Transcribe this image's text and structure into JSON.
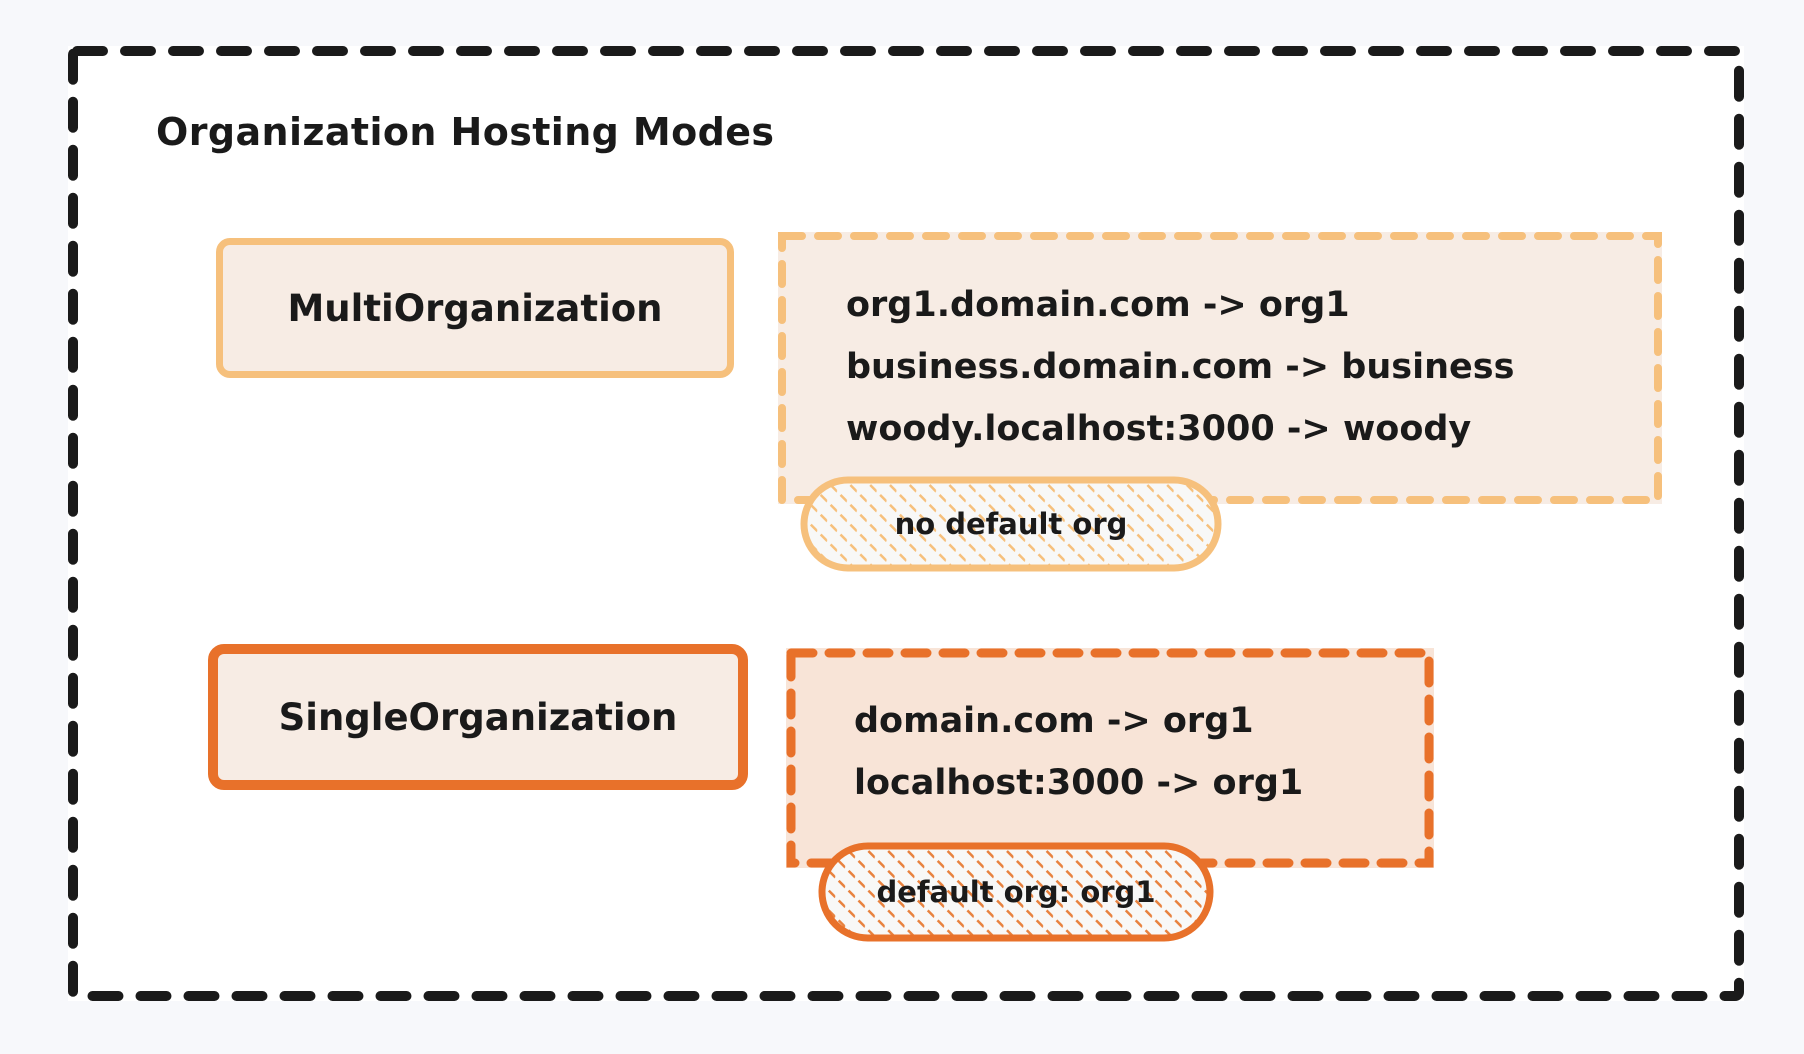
{
  "diagram": {
    "title": "Organization Hosting Modes",
    "frame": {
      "border_color": "#1a1a1a",
      "fill": "#ffffff"
    },
    "page_background": "#f7f8fb",
    "modes": [
      {
        "key": "multi",
        "label": "MultiOrganization",
        "accent": "#f6c07c",
        "box_fill": "#f7ece4",
        "mappings": [
          "org1.domain.com -> org1",
          "business.domain.com -> business",
          "woody.localhost:3000 -> woody"
        ],
        "badge": "no default org"
      },
      {
        "key": "single",
        "label": "SingleOrganization",
        "accent": "#e8712a",
        "box_fill": "#f8e4d7",
        "mappings": [
          "domain.com -> org1",
          "localhost:3000 -> org1"
        ],
        "badge": "default org: org1"
      }
    ]
  }
}
